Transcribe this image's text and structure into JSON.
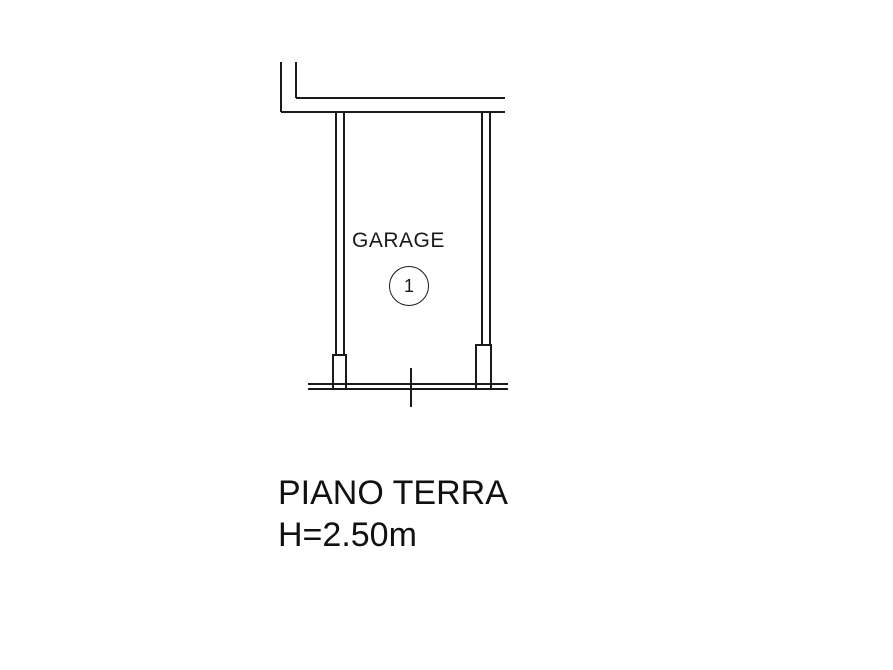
{
  "room": {
    "name": "GARAGE",
    "unit_number": "1"
  },
  "floor": {
    "title": "PIANO TERRA",
    "height": "H=2.50m"
  },
  "colors": {
    "lines": "#1a1a1a",
    "background": "#ffffff"
  }
}
